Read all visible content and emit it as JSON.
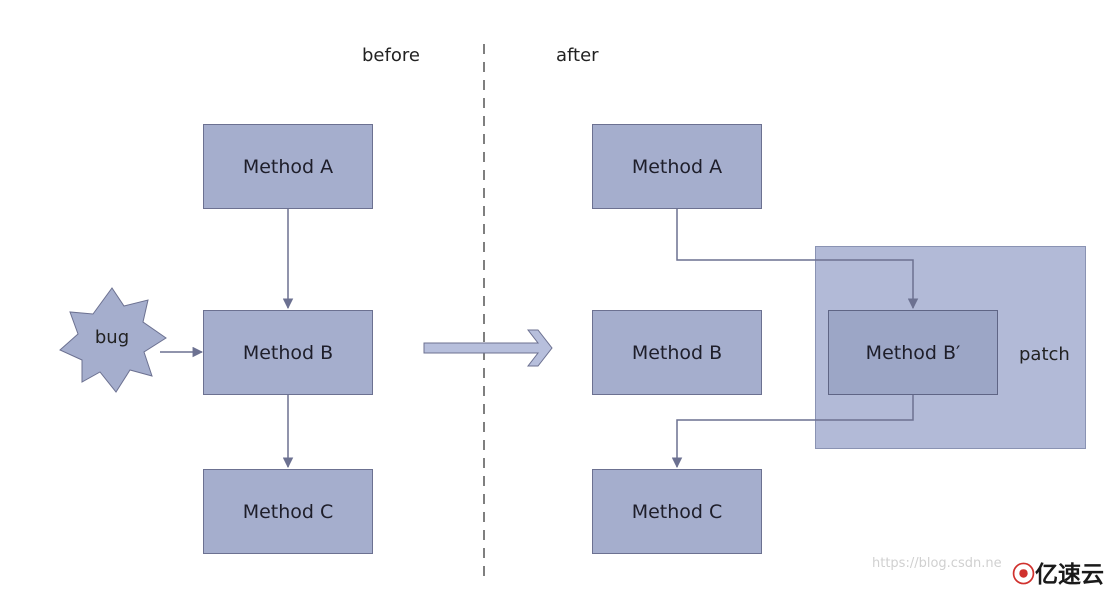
{
  "labels": {
    "before": "before",
    "after": "after",
    "patch": "patch",
    "bug": "bug"
  },
  "before": {
    "method_a": "Method A",
    "method_b": "Method B",
    "method_c": "Method C"
  },
  "after": {
    "method_a": "Method A",
    "method_b": "Method B",
    "method_b_prime": "Method B′",
    "method_c": "Method C"
  },
  "footer": {
    "watermark": "https://blog.csdn.ne",
    "brand_logo": "⦿",
    "brand_text": "亿速云"
  },
  "colors": {
    "box_fill": "#a5aecd",
    "box_border": "#6c7191",
    "patch_fill": "#b2bad7",
    "arrow": "#6c7191"
  }
}
